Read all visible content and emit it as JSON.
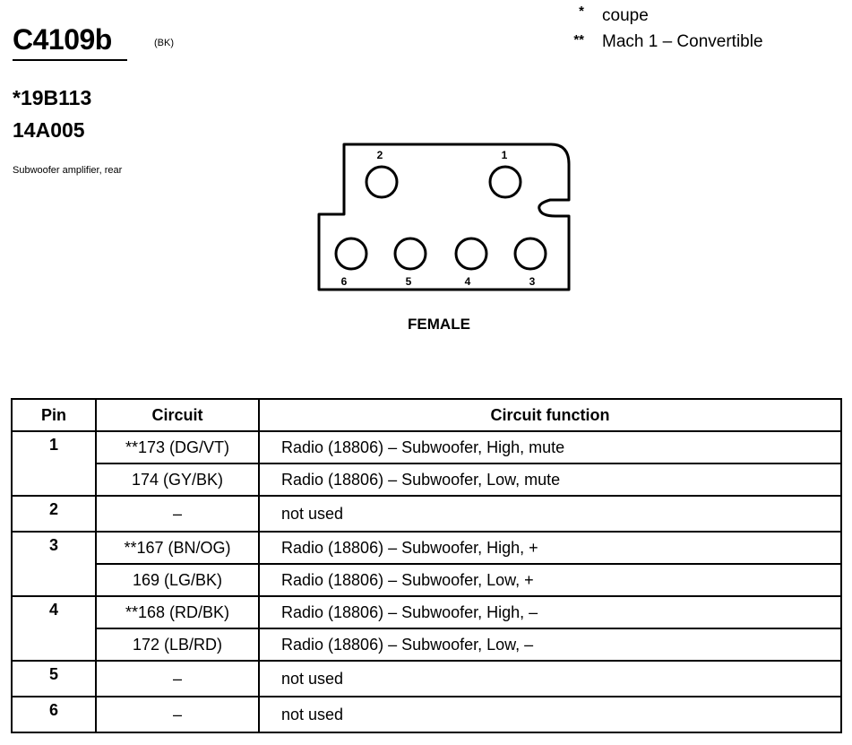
{
  "header": {
    "connector_id": "C4109b",
    "connector_color": "(BK)",
    "part_numbers": [
      "*19B113",
      "14A005"
    ],
    "description": "Subwoofer amplifier, rear"
  },
  "legend": [
    {
      "symbol": "*",
      "text": "coupe"
    },
    {
      "symbol": "**",
      "text": "Mach 1 – Convertible"
    }
  ],
  "diagram": {
    "label": "FEMALE",
    "pin_labels": [
      "2",
      "1",
      "6",
      "5",
      "4",
      "3"
    ]
  },
  "table": {
    "headers": {
      "pin": "Pin",
      "circuit": "Circuit",
      "function": "Circuit function"
    },
    "rows": [
      {
        "pin": "1",
        "circuit": "**173 (DG/VT)",
        "function": "Radio (18806) – Subwoofer, High, mute"
      },
      {
        "pin": "",
        "circuit": "174 (GY/BK)",
        "function": "Radio (18806) – Subwoofer, Low, mute"
      },
      {
        "pin": "2",
        "circuit": "–",
        "function": "not used"
      },
      {
        "pin": "3",
        "circuit": "**167 (BN/OG)",
        "function": "Radio (18806) – Subwoofer, High, +"
      },
      {
        "pin": "",
        "circuit": "169 (LG/BK)",
        "function": "Radio (18806) – Subwoofer, Low, +"
      },
      {
        "pin": "4",
        "circuit": "**168 (RD/BK)",
        "function": "Radio (18806) – Subwoofer, High, –"
      },
      {
        "pin": "",
        "circuit": "172 (LB/RD)",
        "function": "Radio (18806) – Subwoofer, Low, –"
      },
      {
        "pin": "5",
        "circuit": "–",
        "function": "not used"
      },
      {
        "pin": "6",
        "circuit": "–",
        "function": "not used"
      }
    ]
  }
}
